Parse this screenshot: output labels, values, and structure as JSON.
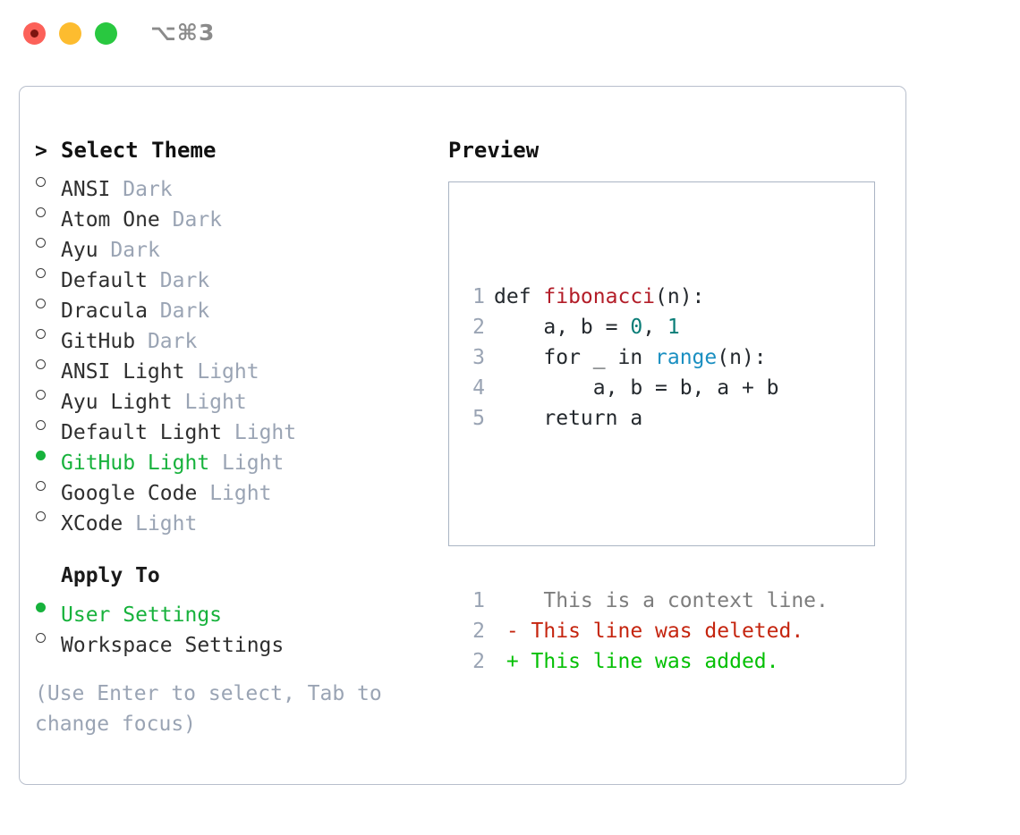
{
  "window": {
    "shortcut_label": "⌥⌘3",
    "traffic_lights": [
      "close",
      "minimize",
      "maximize"
    ]
  },
  "theme_picker": {
    "header_marker": ">",
    "header_label": "Select Theme",
    "items": [
      {
        "marker": "hollow",
        "name": "ANSI",
        "variant": "Dark",
        "selected": false
      },
      {
        "marker": "hollow",
        "name": "Atom One",
        "variant": "Dark",
        "selected": false
      },
      {
        "marker": "hollow",
        "name": "Ayu",
        "variant": "Dark",
        "selected": false
      },
      {
        "marker": "hollow",
        "name": "Default",
        "variant": "Dark",
        "selected": false
      },
      {
        "marker": "hollow",
        "name": "Dracula",
        "variant": "Dark",
        "selected": false
      },
      {
        "marker": "hollow",
        "name": "GitHub",
        "variant": "Dark",
        "selected": false
      },
      {
        "marker": "hollow",
        "name": "ANSI Light",
        "variant": "Light",
        "selected": false
      },
      {
        "marker": "hollow",
        "name": "Ayu Light",
        "variant": "Light",
        "selected": false
      },
      {
        "marker": "hollow",
        "name": "Default Light",
        "variant": "Light",
        "selected": false
      },
      {
        "marker": "filled",
        "name": "GitHub Light",
        "variant": "Light",
        "selected": true
      },
      {
        "marker": "hollow",
        "name": "Google Code",
        "variant": "Light",
        "selected": false
      },
      {
        "marker": "hollow",
        "name": "XCode",
        "variant": "Light",
        "selected": false
      }
    ]
  },
  "apply_to": {
    "header_label": "Apply To",
    "options": [
      {
        "marker": "filled",
        "label": "User Settings",
        "selected": true
      },
      {
        "marker": "hollow",
        "label": "Workspace Settings",
        "selected": false
      }
    ]
  },
  "hint": {
    "line1": "(Use Enter to select, Tab to",
    "line2": "change focus)"
  },
  "preview": {
    "title": "Preview",
    "code_lines": [
      {
        "num": "1",
        "segments": [
          {
            "text": "def ",
            "type": "plain"
          },
          {
            "text": "fibonacci",
            "type": "func"
          },
          {
            "text": "(n):",
            "type": "plain"
          }
        ]
      },
      {
        "num": "2",
        "segments": [
          {
            "text": "    a, b = ",
            "type": "plain"
          },
          {
            "text": "0",
            "type": "num"
          },
          {
            "text": ", ",
            "type": "plain"
          },
          {
            "text": "1",
            "type": "num"
          }
        ]
      },
      {
        "num": "3",
        "segments": [
          {
            "text": "    for _ in ",
            "type": "plain"
          },
          {
            "text": "range",
            "type": "builtin"
          },
          {
            "text": "(n):",
            "type": "plain"
          }
        ]
      },
      {
        "num": "4",
        "segments": [
          {
            "text": "        a, b = b, a + b",
            "type": "plain"
          }
        ]
      },
      {
        "num": "5",
        "segments": [
          {
            "text": "    return a",
            "type": "plain"
          }
        ]
      }
    ],
    "diff_lines": [
      {
        "num": "1",
        "sign": " ",
        "text": "  This is a context line.",
        "type": "context"
      },
      {
        "num": "2",
        "sign": "-",
        "text": " This line was deleted.",
        "type": "del"
      },
      {
        "num": "2",
        "sign": "+",
        "text": " This line was added.",
        "type": "add"
      }
    ]
  },
  "colors": {
    "accent_green": "#17b23c",
    "muted": "#9aa4b4",
    "diff_add": "#04c004",
    "diff_del": "#c5250f",
    "syntax_func": "#b31d28",
    "syntax_num": "#0a7d77",
    "syntax_builtin": "#1a8fc1",
    "panel_border": "#b8bfcc"
  }
}
